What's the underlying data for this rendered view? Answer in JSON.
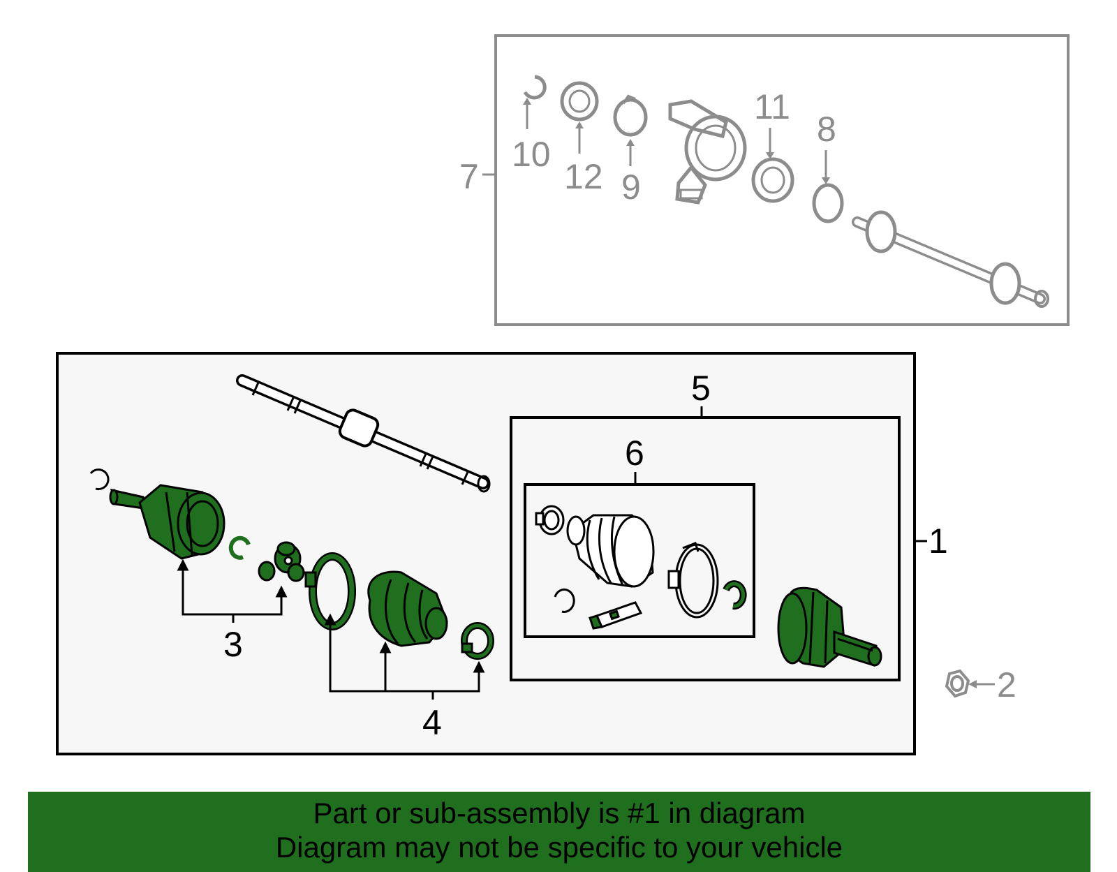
{
  "colors": {
    "part_green": "#1f6f1f",
    "outline": "#000000",
    "muted_gray": "#8c8c8c",
    "panel_fill": "#f7f7f7",
    "banner_green": "#1f6f1f"
  },
  "callouts": {
    "c1": "1",
    "c2": "2",
    "c3": "3",
    "c4": "4",
    "c5": "5",
    "c6": "6",
    "c7": "7",
    "c8": "8",
    "c9": "9",
    "c10": "10",
    "c11": "11",
    "c12": "12"
  },
  "banner": {
    "line1": "Part or sub-assembly is #1 in diagram",
    "line2": "Diagram may not be specific to your vehicle"
  }
}
